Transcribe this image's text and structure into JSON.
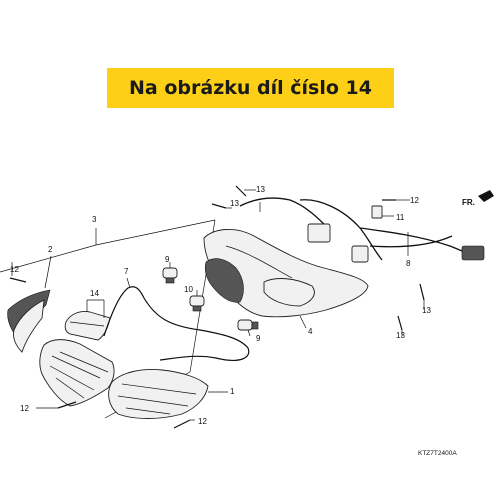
{
  "banner": {
    "text": "Na obrázku díl číslo 14",
    "background": "#fdcf16"
  },
  "diagram": {
    "direction_label": "FR.",
    "code": "KTZ7T2400A",
    "labels": [
      "1",
      "2",
      "3",
      "4",
      "7",
      "8",
      "9",
      "9",
      "10",
      "11",
      "12",
      "12",
      "12",
      "12",
      "13",
      "13",
      "13",
      "13",
      "14"
    ]
  }
}
